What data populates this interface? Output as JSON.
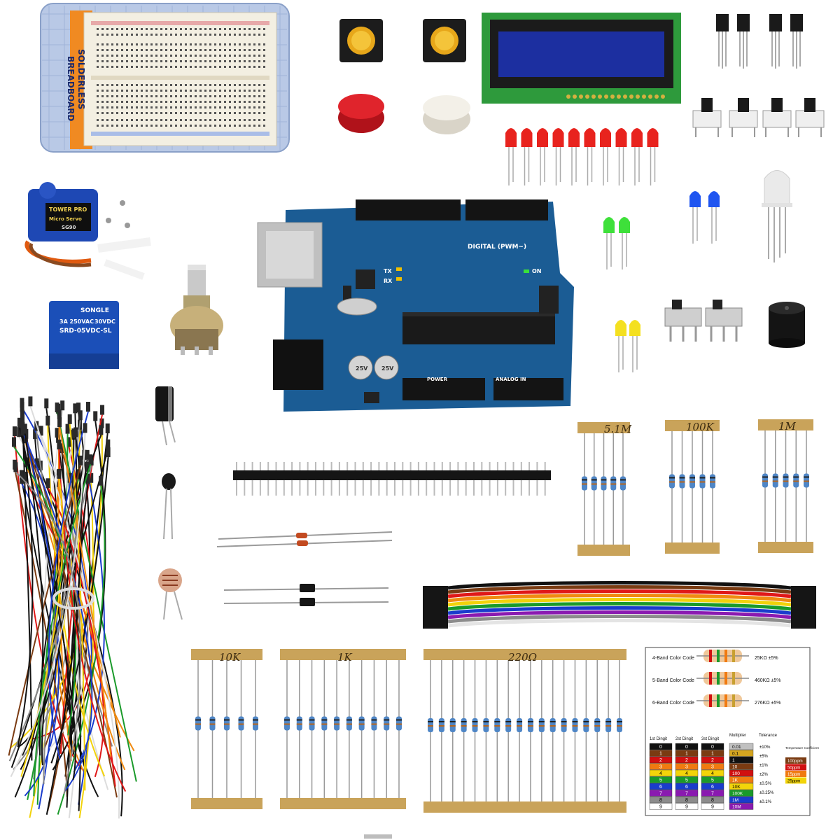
{
  "breadboard": {
    "label_line1": "SOLDERLESS",
    "label_line2": "BREADBOARD"
  },
  "servo": {
    "brand": "TOWER PRO",
    "model": "Micro Servo",
    "number": "SG90"
  },
  "relay": {
    "brand": "SONGLE",
    "rating1": "3A 250VAC",
    "rating2": "30VDC",
    "model": "SRD-05VDC-SL"
  },
  "arduino": {
    "digital_label": "DIGITAL (PWM~)",
    "power_label": "POWER",
    "analog_label": "ANALOG IN",
    "tx": "TX",
    "rx": "RX",
    "on": "ON",
    "cap1": "25V",
    "cap2": "25V"
  },
  "resistor_strips": {
    "r1": "5.1M",
    "r2": "100K",
    "r3": "1M",
    "r4": "10K",
    "r5": "1K",
    "r6": "220Ω"
  },
  "color_chart": {
    "band4_title": "4-Band Color Code",
    "band5_title": "5-Band Color Code",
    "band6_title": "6-Band Color Code",
    "band4_value": "25KΩ ±5%",
    "band5_value": "460KΩ ±5%",
    "band6_value": "276KΩ ±5%",
    "col1": "1st Dingit",
    "col2": "2st Dingit",
    "col3": "3st Dingit",
    "col4": "Multiplier",
    "col5": "Tolerance",
    "col6": "Temperature Coefficient",
    "digits": [
      "0",
      "1",
      "2",
      "3",
      "4",
      "5",
      "6",
      "7",
      "8",
      "9"
    ],
    "digit_colors": [
      "#111111",
      "#7a3b12",
      "#d01010",
      "#f07a10",
      "#f2d40a",
      "#1a9a2a",
      "#1a3ccc",
      "#8a1ab0",
      "#8c8c8c",
      "#ffffff"
    ],
    "multipliers": [
      "0.01",
      "0.1",
      "1",
      "10",
      "100",
      "1K",
      "10K",
      "100K",
      "1M",
      "10M"
    ],
    "multiplier_notes": [
      "Silver",
      "Gold"
    ],
    "tolerances": [
      "±10%",
      "±5%",
      "±1%",
      "±2%",
      "±0.5%",
      "±0.25%",
      "±0.1%"
    ],
    "tolerance_notes": [
      "Silver",
      "Gold"
    ],
    "temps": [
      "100ppm",
      "50ppm",
      "15ppm",
      "25ppm"
    ]
  }
}
